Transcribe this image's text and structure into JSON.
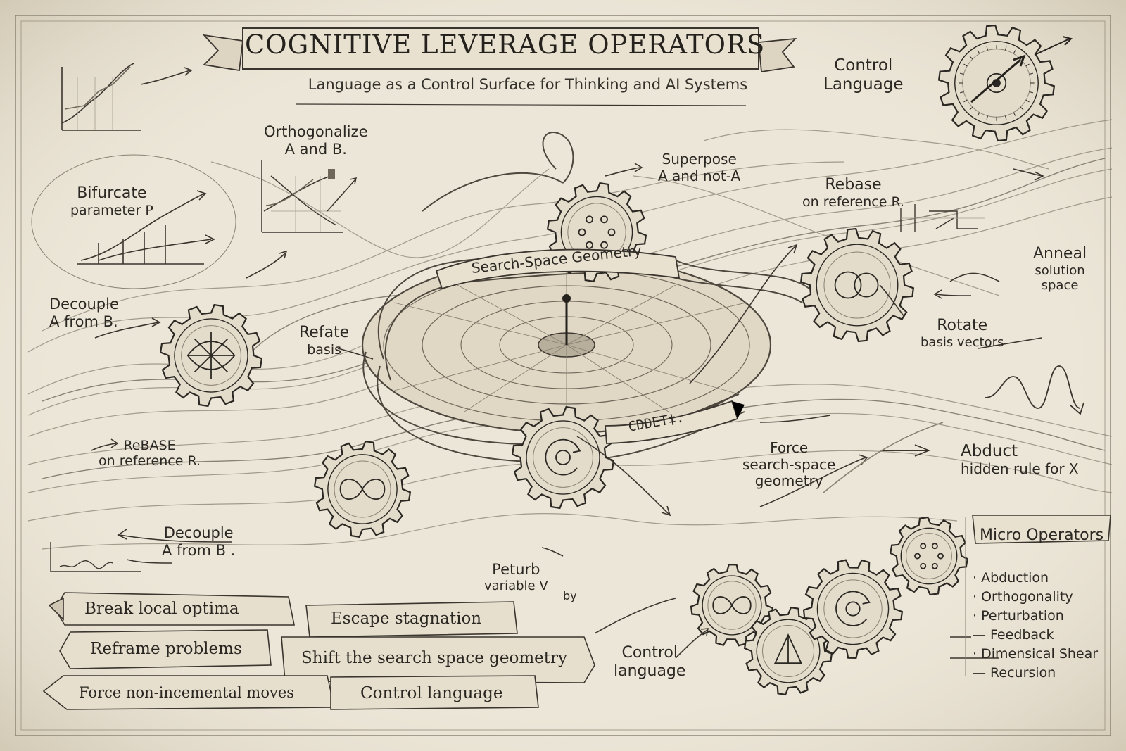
{
  "header": {
    "title": "COGNITIVE LEVERAGE OPERATORS",
    "subtitle": "Language as a Control Surface for Thinking and AI Systems"
  },
  "labels": {
    "control_language_top": [
      "Control",
      "Language"
    ],
    "orthogonalize": [
      "Orthogonalize",
      "A and B."
    ],
    "superpose": [
      "Superpose",
      "A and not-A"
    ],
    "rebase_top": [
      "Rebase",
      "on reference R."
    ],
    "bifurcate": [
      "Bifurcate",
      "parameter P"
    ],
    "anneal": [
      "Anneal",
      "solution",
      "space"
    ],
    "decouple_left": [
      "Decouple",
      "A from B."
    ],
    "refate": [
      "Refate",
      "basis"
    ],
    "rotate": [
      "Rotate",
      "basis vectors"
    ],
    "rebase_left": [
      "ReBASE",
      "on reference R."
    ],
    "force": [
      "Force",
      "search-space",
      "geometry"
    ],
    "abduct": [
      "Abduct",
      "hidden rule for X"
    ],
    "decouple_bottom": [
      "Decouple",
      "A from B ."
    ],
    "peturb": [
      "Peturb",
      "variable V"
    ],
    "peturb_by": "by",
    "control_language_bottom": [
      "Control",
      "language"
    ]
  },
  "ribbons": {
    "search_space": "Search-Space Geometry",
    "coodet": "CDDET‡."
  },
  "tags": [
    "Break local optima",
    "Escape stagnation",
    "Reframe problems",
    "Shift the search space geometry",
    "Force non-incemental moves",
    "Control language"
  ],
  "micro_operators": {
    "title": "Micro Operators",
    "items": [
      "Abduction",
      "Orthogonality",
      "Perturbation",
      "Feedback",
      "Dimensical Shear",
      "Recursion"
    ]
  },
  "colors": {
    "paper": "#ece6d8",
    "ink": "#2b2823",
    "ink_light": "#8a8273",
    "gear_fill": "#e3dccb"
  }
}
